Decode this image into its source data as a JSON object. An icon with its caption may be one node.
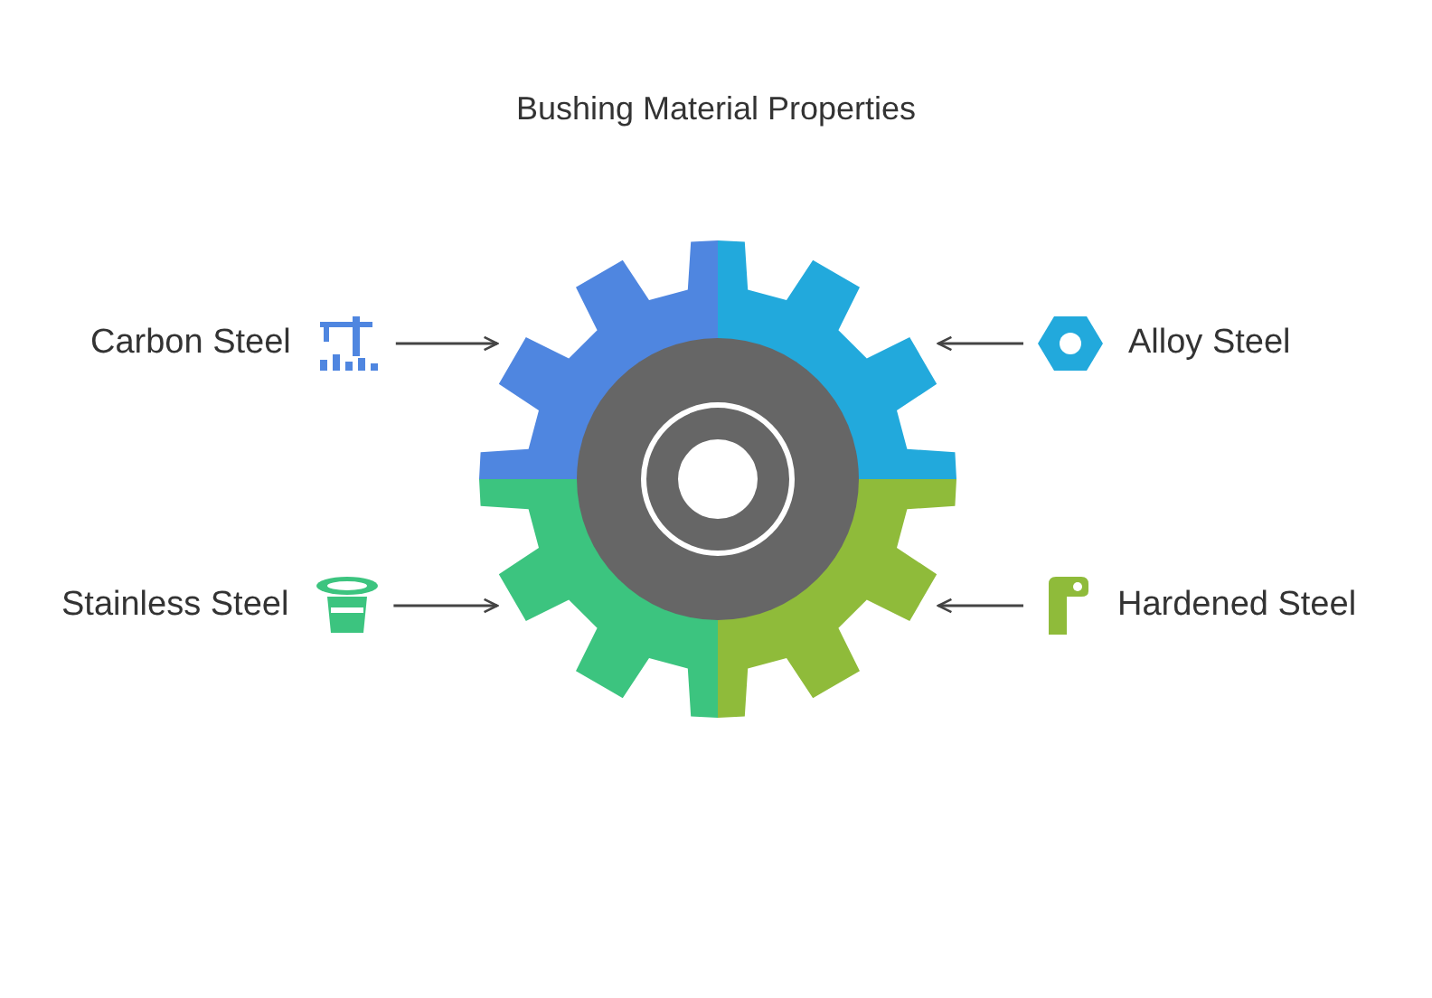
{
  "diagram": {
    "title": "Bushing Material Properties",
    "nodes": [
      {
        "text": [
          "Carbon Steel"
        ]
      },
      {
        "text": [
          "Alloy Steel"
        ]
      },
      {
        "text": [
          "Stainless Steel"
        ]
      },
      {
        "text": [
          "Hardened Steel"
        ]
      },
      {
        "text": [],
        "shape": "gear"
      },
      {
        "text": [],
        "shape": "gear"
      },
      {
        "text": [],
        "shape": "gear"
      },
      {
        "text": [],
        "shape": "gear"
      }
    ],
    "edges": [
      {
        "from": 0,
        "to": 4,
        "arrow": "to"
      },
      {
        "from": 1,
        "to": 5,
        "arrow": "to"
      },
      {
        "from": 2,
        "to": 6,
        "arrow": "to"
      },
      {
        "from": 3,
        "to": 7,
        "arrow": "to"
      }
    ]
  }
}
